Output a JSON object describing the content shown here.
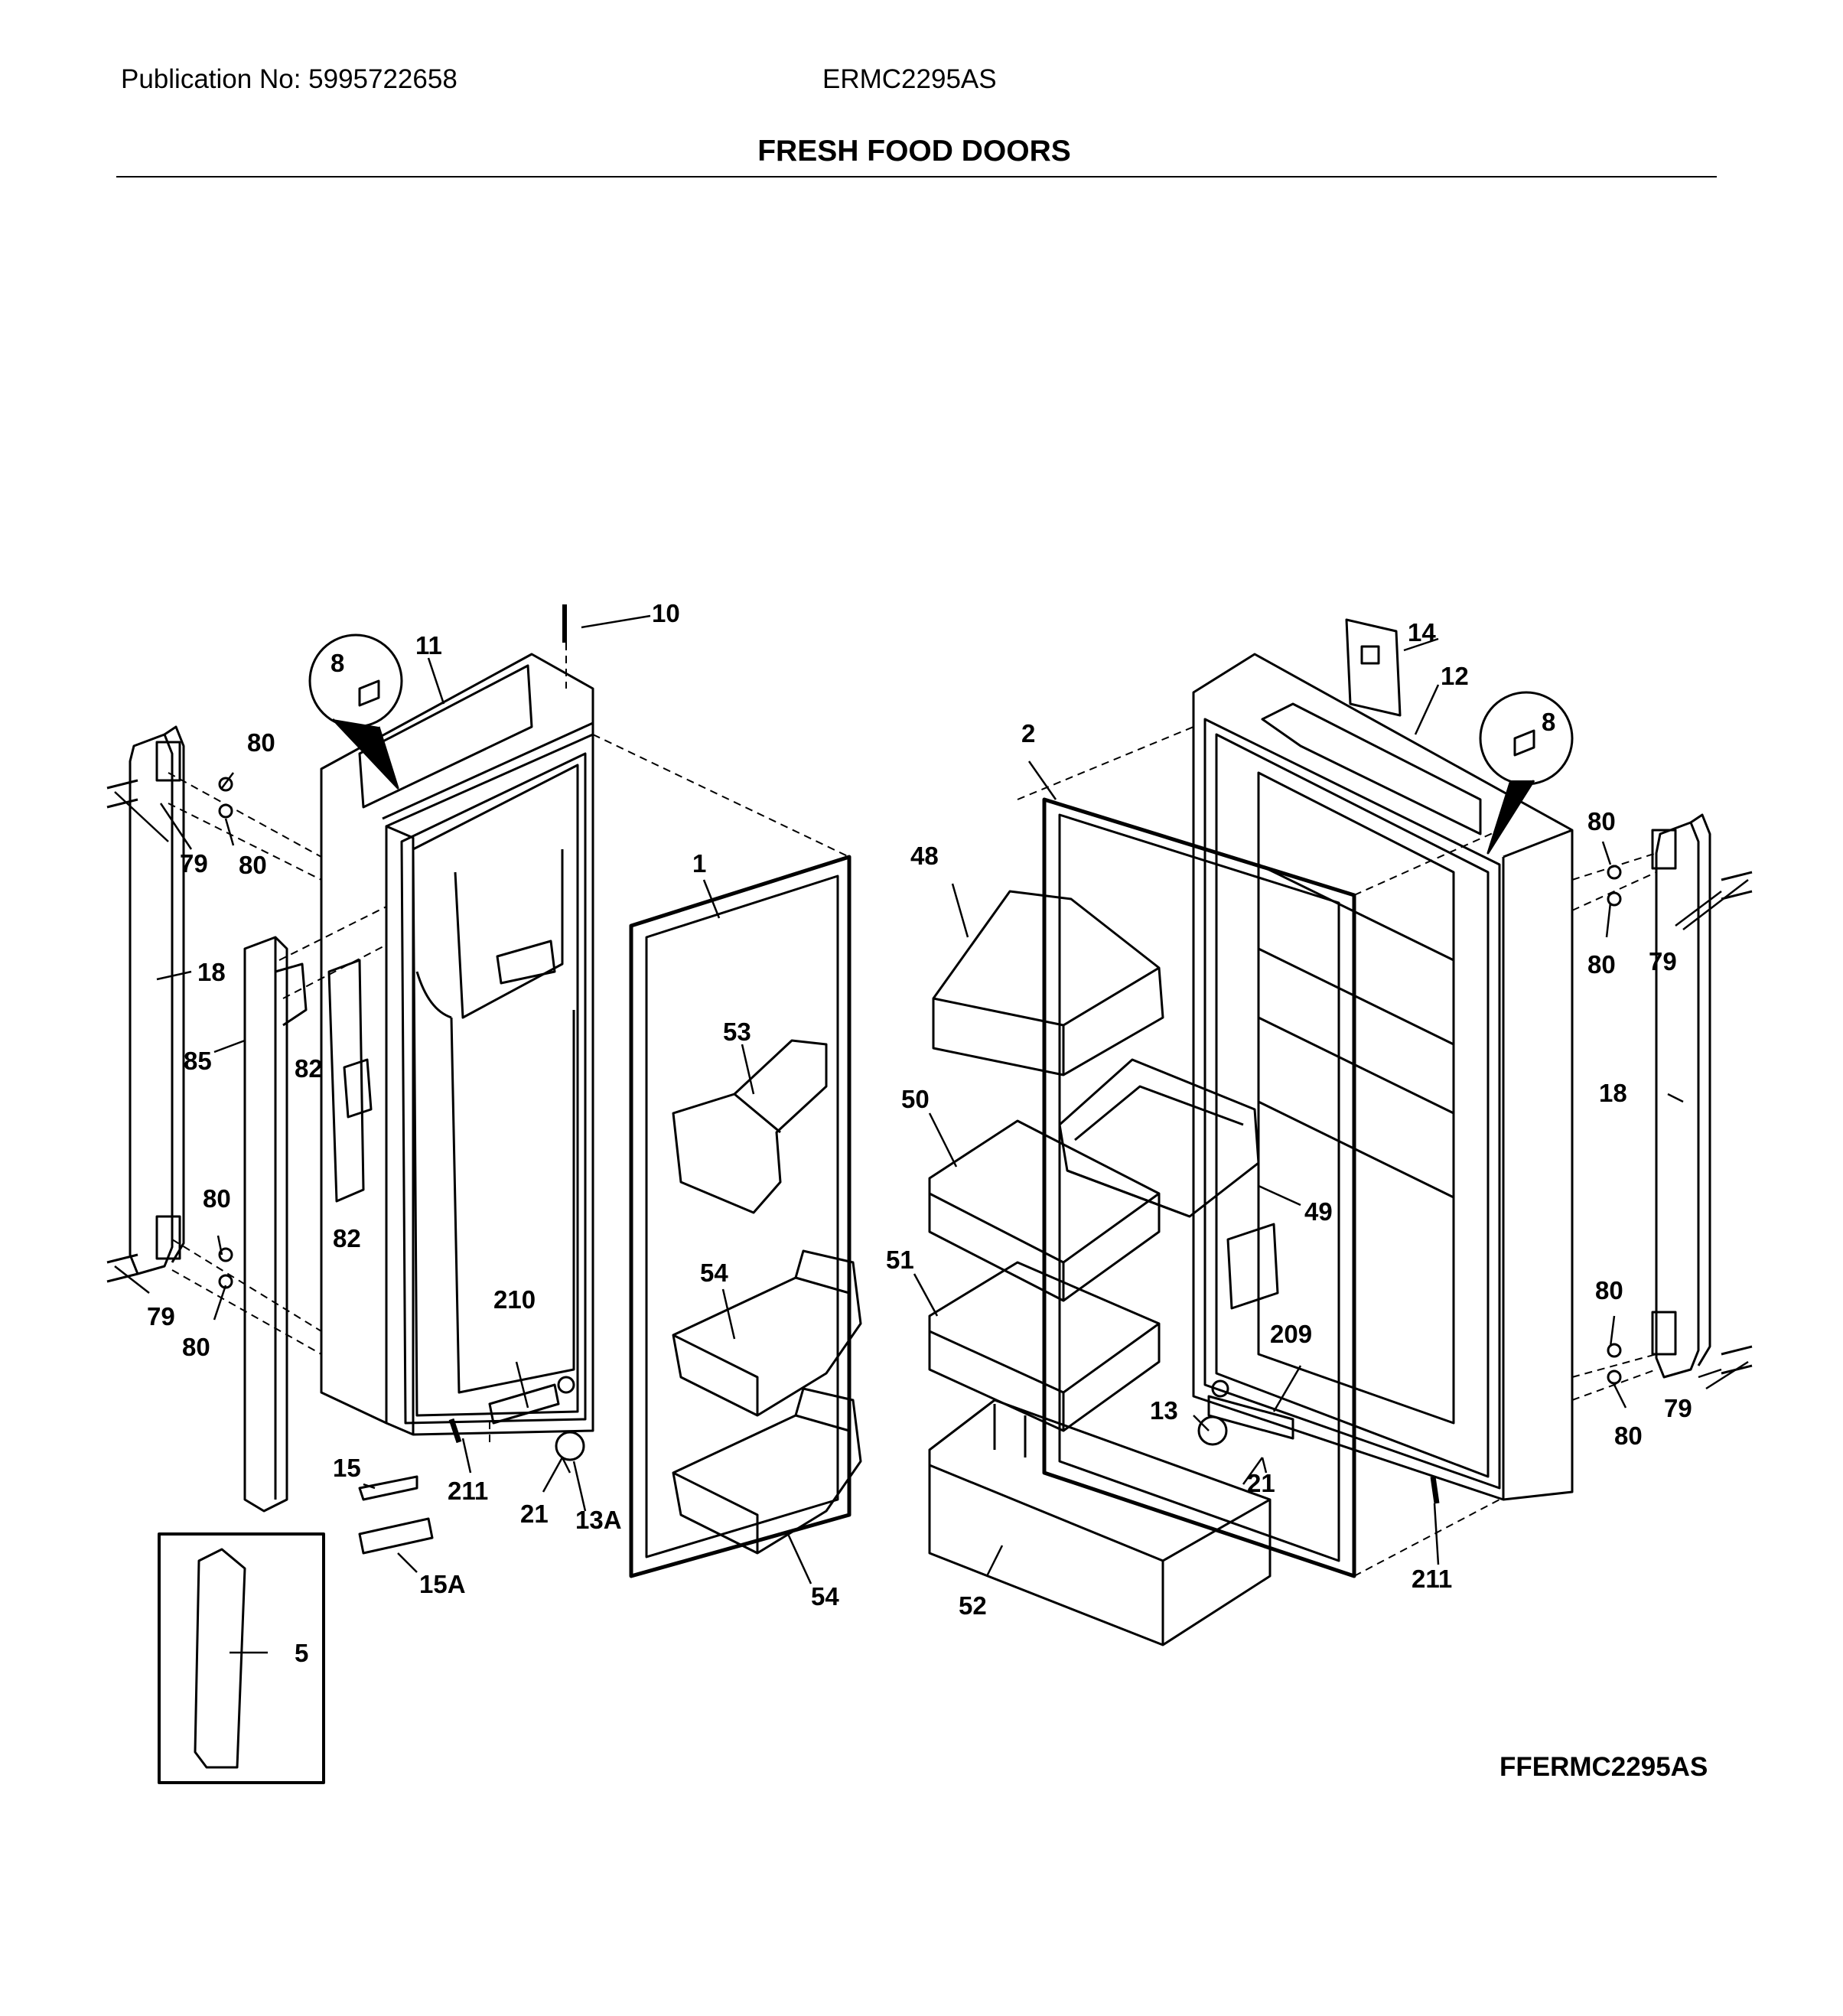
{
  "header": {
    "publication": "Publication No: 5995722658",
    "model": "ERMC2295AS",
    "title": "FRESH FOOD DOORS"
  },
  "footer": {
    "diagram_code": "FFERMC2295AS"
  },
  "callouts": {
    "c1": "1",
    "c2": "2",
    "c5": "5",
    "c8a": "8",
    "c8b": "8",
    "c10": "10",
    "c11": "11",
    "c12": "12",
    "c13": "13",
    "c13a": "13A",
    "c14": "14",
    "c15": "15",
    "c15a": "15A",
    "c18a": "18",
    "c18b": "18",
    "c21a": "21",
    "c21b": "21",
    "c48": "48",
    "c49": "49",
    "c50": "50",
    "c51": "51",
    "c52": "52",
    "c53": "53",
    "c54a": "54",
    "c54b": "54",
    "c79a": "79",
    "c79b": "79",
    "c79c": "79",
    "c79d": "79",
    "c80a": "80",
    "c80b": "80",
    "c80c": "80",
    "c80d": "80",
    "c80e": "80",
    "c80f": "80",
    "c80g": "80",
    "c80h": "80",
    "c82a": "82",
    "c82b": "82",
    "c85": "85",
    "c209": "209",
    "c210": "210",
    "c211a": "211",
    "c211b": "211"
  }
}
